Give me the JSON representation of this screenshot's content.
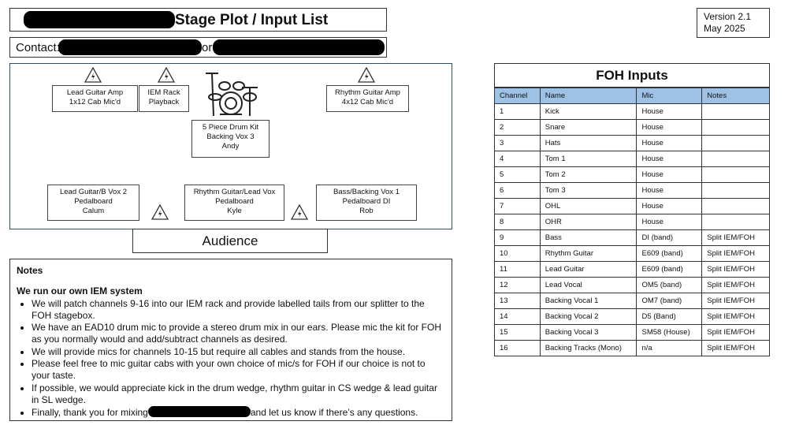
{
  "header": {
    "title": "Stage Plot / Input List",
    "contact_label": "Contact:",
    "or_label": "or"
  },
  "version": {
    "line1": "Version 2.1",
    "line2": "May 2025"
  },
  "stage": {
    "lead_amp": [
      "Lead Guitar Amp",
      "1x12 Cab Mic'd"
    ],
    "iem_rack": [
      "IEM Rack",
      "Playback"
    ],
    "drums": [
      "5 Piece Drum Kit",
      "Backing Vox 3",
      "Andy"
    ],
    "rhythm_amp": [
      "Rhythm Guitar Amp",
      "4x12 Cab Mic'd"
    ],
    "lead_guitar": [
      "Lead Guitar/B Vox 2",
      "Pedalboard",
      "Calum"
    ],
    "rhythm_guitar": [
      "Rhythm Guitar/Lead Vox",
      "Pedalboard",
      "Kyle"
    ],
    "bass": [
      "Bass/Backing Vox 1",
      "Pedalboard DI",
      "Rob"
    ],
    "audience": "Audience"
  },
  "notes": {
    "heading": "Notes",
    "subheading": "We run our own IEM system",
    "items": [
      "We will patch channels 9-16 into our IEM rack and provide labelled tails from our splitter to the FOH stagebox.",
      "We have an EAD10 drum mic to provide a stereo drum mix in our ears. Please mic the kit for FOH as you normally would and add/subtract channels as desired.",
      "We will provide mics for channels 10-15 but require all cables and stands from the house.",
      "Please feel free to mic guitar cabs with your own choice of mic/s for FOH if our choice is not to your taste.",
      "If possible, we would appreciate kick in the drum wedge, rhythm guitar in CS wedge & lead guitar in SL wedge."
    ],
    "final_pre": "Finally, thank you for mixing",
    "final_post": "and let us know if there’s any questions."
  },
  "foh": {
    "title": "FOH Inputs",
    "headers": [
      "Channel",
      "Name",
      "Mic",
      "Notes"
    ],
    "rows": [
      [
        "1",
        "Kick",
        "House",
        ""
      ],
      [
        "2",
        "Snare",
        "House",
        ""
      ],
      [
        "3",
        "Hats",
        "House",
        ""
      ],
      [
        "4",
        "Tom 1",
        "House",
        ""
      ],
      [
        "5",
        "Tom 2",
        "House",
        ""
      ],
      [
        "6",
        "Tom 3",
        "House",
        ""
      ],
      [
        "7",
        "OHL",
        "House",
        ""
      ],
      [
        "8",
        "OHR",
        "House",
        ""
      ],
      [
        "9",
        "Bass",
        "DI (band)",
        "Split IEM/FOH"
      ],
      [
        "10",
        "Rhythm Guitar",
        "E609 (band)",
        "Split IEM/FOH"
      ],
      [
        "11",
        "Lead Guitar",
        "E609 (band)",
        "Split IEM/FOH"
      ],
      [
        "12",
        "Lead Vocal",
        "OM5 (band)",
        "Split IEM/FOH"
      ],
      [
        "13",
        "Backing Vocal 1",
        "OM7 (band)",
        "Split IEM/FOH"
      ],
      [
        "14",
        "Backing Vocal 2",
        "D5 (Band)",
        "Split IEM/FOH"
      ],
      [
        "15",
        "Backing Vocal 3",
        "SM58 (House)",
        "Split IEM/FOH"
      ],
      [
        "16",
        "Backing Tracks (Mono)",
        "n/a",
        "Split IEM/FOH"
      ]
    ]
  },
  "icons": {
    "power_warning": "power-warning-icon",
    "drum_kit": "drum-kit-icon"
  }
}
